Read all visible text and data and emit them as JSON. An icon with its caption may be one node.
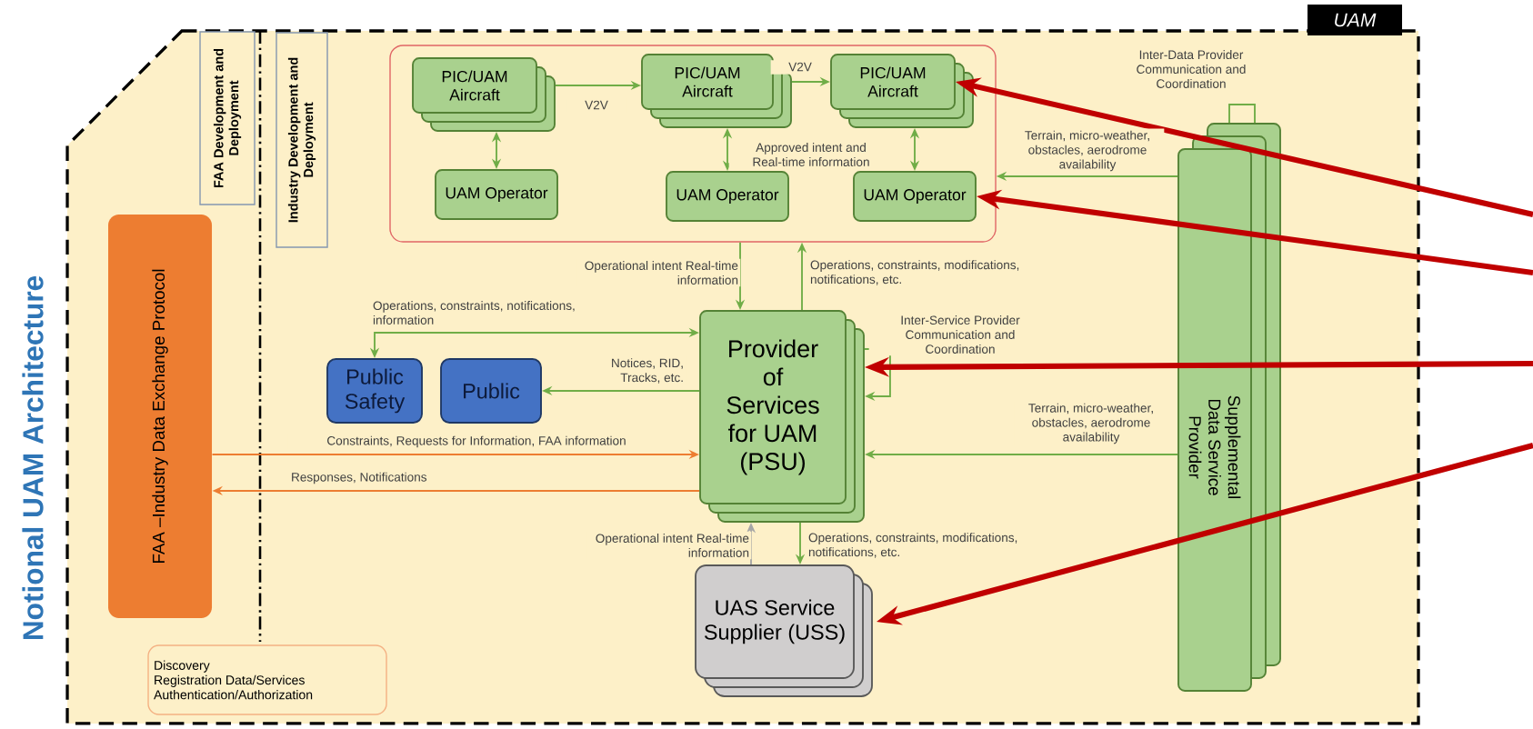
{
  "diagram": {
    "title": "Notional UAM Architecture",
    "nodes": [
      {
        "text": [
          "UAM"
        ]
      },
      {
        "text": [
          "FAA Development and Deployment"
        ],
        "in": 0
      },
      {
        "text": [
          "Industry Development and Deployment"
        ],
        "in": 0
      },
      {
        "text": [],
        "shape": "box",
        "in": 0
      },
      {
        "text": [
          "PIC/UAM Aircraft"
        ],
        "in": 3
      },
      {
        "text": [
          "PIC/UAM Aircraft"
        ],
        "in": 3
      },
      {
        "text": [
          "PIC/UAM Aircraft"
        ],
        "in": 3
      },
      {
        "text": [
          "UAM Operator"
        ],
        "in": 3
      },
      {
        "text": [
          "UAM Operator"
        ],
        "in": 3
      },
      {
        "text": [
          "UAM Operator"
        ],
        "in": 3
      },
      {
        "text": [
          "FAA –Industry Data Exchange Protocol"
        ],
        "in": 0
      },
      {
        "text": [
          "Public Safety"
        ],
        "in": 0
      },
      {
        "text": [
          "Public"
        ],
        "in": 0
      },
      {
        "text": [
          "Provider of Services for UAM (PSU)"
        ],
        "in": 0
      },
      {
        "text": [
          "UAS Service Supplier (USS)"
        ],
        "in": 0
      },
      {
        "text": [
          "Supplemental Data Service Provider"
        ],
        "in": 0
      },
      {
        "text": [
          "Discovery",
          "Registration Data/Services",
          "Authentication/Authorization"
        ],
        "in": 0
      }
    ],
    "edges": [
      {
        "from": 4,
        "to": 7,
        "arrow": "both"
      },
      {
        "from": 5,
        "to": 8,
        "arrow": "both",
        "label": "Approved intent and Real-time information"
      },
      {
        "from": 6,
        "to": 9,
        "arrow": "both"
      },
      {
        "from": 4,
        "to": 5,
        "arrow": "to",
        "label": "V2V"
      },
      {
        "from": 5,
        "to": 6,
        "arrow": "to",
        "label": "V2V"
      },
      {
        "from": 3,
        "to": 13,
        "arrow": "to",
        "label": "Operational intent Real-time information"
      },
      {
        "from": 13,
        "to": 3,
        "arrow": "to",
        "label": "Operations, constraints, modifications, notifications, etc."
      },
      {
        "from": 13,
        "to": 11,
        "arrow": "both",
        "label": "Operations, constraints, notifications, information"
      },
      {
        "from": 13,
        "to": 12,
        "arrow": "to",
        "label": "Notices, RID, Tracks, etc."
      },
      {
        "from": 10,
        "to": 13,
        "arrow": "to",
        "label": "Constraints, Requests for Information, FAA information",
        "color": "#ed7d31"
      },
      {
        "from": 13,
        "to": 10,
        "arrow": "to",
        "label": "Responses, Notifications",
        "color": "#ed7d31"
      },
      {
        "from": 13,
        "to": 13,
        "arrow": "to",
        "label": "Inter-Service Provider Communication and Coordination"
      },
      {
        "from": 15,
        "to": 13,
        "arrow": "to",
        "label": "Terrain, micro-weather, obstacles, aerodrome availability"
      },
      {
        "from": 15,
        "to": 3,
        "arrow": "to",
        "label": "Terrain, micro-weather, obstacles, aerodrome availability"
      },
      {
        "from": 15,
        "to": 15,
        "arrow": "none",
        "label": "Inter-Data Provider Communication and Coordination"
      },
      {
        "from": 14,
        "to": 13,
        "arrow": "to",
        "label": "Operational intent Real-time information",
        "color": "#a6a6a6"
      },
      {
        "from": 13,
        "to": 14,
        "arrow": "to",
        "label": "Operations, constraints, modifications, notifications, etc."
      },
      {
        "from": null,
        "to": 6,
        "arrow": "to",
        "style": "thick",
        "color": "#c00000"
      },
      {
        "from": null,
        "to": 9,
        "arrow": "to",
        "style": "thick",
        "color": "#c00000"
      },
      {
        "from": null,
        "to": 13,
        "arrow": "to",
        "style": "thick",
        "color": "#c00000"
      },
      {
        "from": null,
        "to": 14,
        "arrow": "to",
        "style": "thick",
        "color": "#c00000"
      }
    ]
  }
}
